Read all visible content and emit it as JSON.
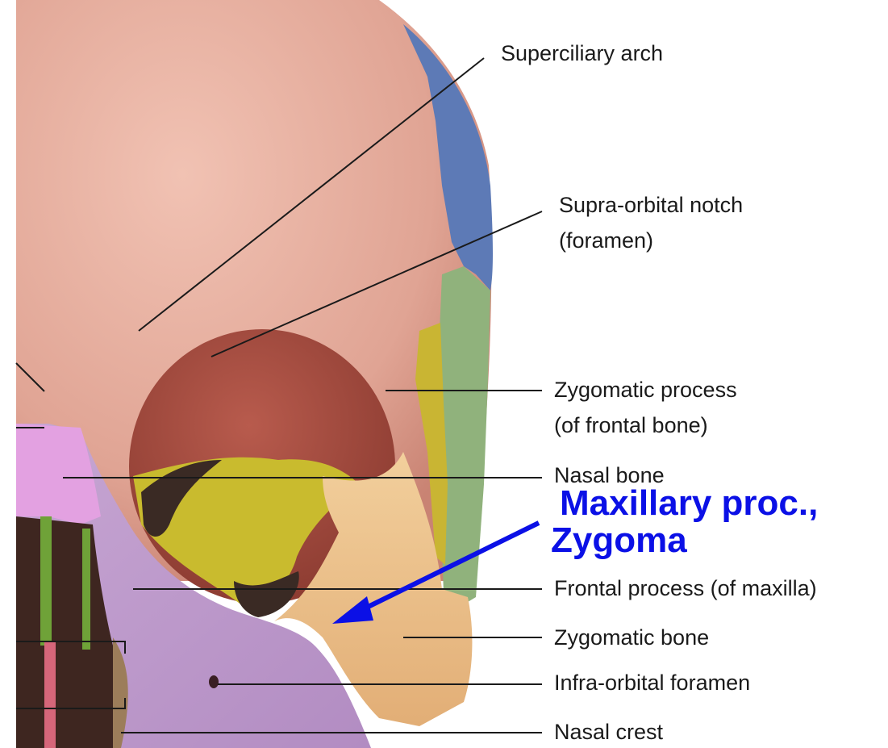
{
  "labels": {
    "superciliary_arch": "Superciliary arch",
    "supra_orbital_notch": "Supra-orbital notch",
    "supra_orbital_notch_sub": "(foramen)",
    "zygomatic_process": "Zygomatic process",
    "zygomatic_process_sub": "(of frontal bone)",
    "nasal_bone": "Nasal bone",
    "frontal_process": "Frontal process (of maxilla)",
    "zygomatic_bone": "Zygomatic bone",
    "infra_orbital_foramen": "Infra-orbital foramen",
    "nasal_crest": "Nasal crest"
  },
  "annotation": {
    "line1": "Maxillary proc.,",
    "line2": "Zygoma",
    "color": "#0b10e6"
  },
  "colors": {
    "frontal_bone": "#e4a89a",
    "parietal_bone": "#5c79b4",
    "sphenoid_bone": "#8fb07a",
    "zygomatic_bone": "#f0c896",
    "maxilla": "#c5a0cd",
    "nasal_bone": "#e3a0e0",
    "orbit_yellow": "#c8bb2c",
    "leader_line": "#1a1a1a"
  }
}
